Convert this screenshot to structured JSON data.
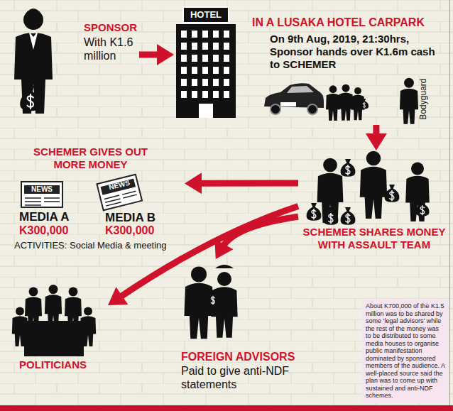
{
  "diagram": {
    "nodes": [
      {
        "text": [
          "SPONSOR",
          "With K1.6 million"
        ]
      },
      {
        "text": [
          "IN A LUSAKA HOTEL CARPARK",
          "On 9th Aug, 2019, 21:30hrs, Sponsor hands over K1.6m cash to SCHEMER"
        ]
      },
      {
        "text": [
          "SCHEMER SHARES MONEY WITH ASSAULT TEAM"
        ]
      },
      {
        "text": [
          "SCHEMER GIVES OUT MORE MONEY",
          "ACTIVITIES: Social Media & meeting"
        ]
      },
      {
        "text": [
          "MEDIA A",
          "K300,000"
        ],
        "in": 3
      },
      {
        "text": [
          "MEDIA B",
          "K300,000"
        ],
        "in": 3
      },
      {
        "text": [
          "POLITICIANS"
        ]
      },
      {
        "text": [
          "FOREIGN ADVISORS",
          "Paid to give anti-NDF statements"
        ]
      },
      {
        "text": [
          "About K700,000 of the K1.5 million was to be shared by some ‘legal advisors’ while the rest of the money was to be distributed to some media houses to organise public manifestation dominated by sponsored members of the audience. A well-placed source said the plan was to come up with sustained and anti-NDF schemes."
        ]
      }
    ],
    "edges": [
      {
        "from": 0,
        "to": 1,
        "arrow": "to"
      },
      {
        "from": 1,
        "to": 2,
        "arrow": "to"
      },
      {
        "from": 2,
        "to": 3,
        "arrow": "to"
      },
      {
        "from": 2,
        "to": 6,
        "arrow": "to"
      },
      {
        "from": 2,
        "to": 7,
        "arrow": "to"
      }
    ],
    "labels": [
      "HOTEL",
      "Bodyguard",
      "NEWS",
      "NEWS"
    ]
  }
}
